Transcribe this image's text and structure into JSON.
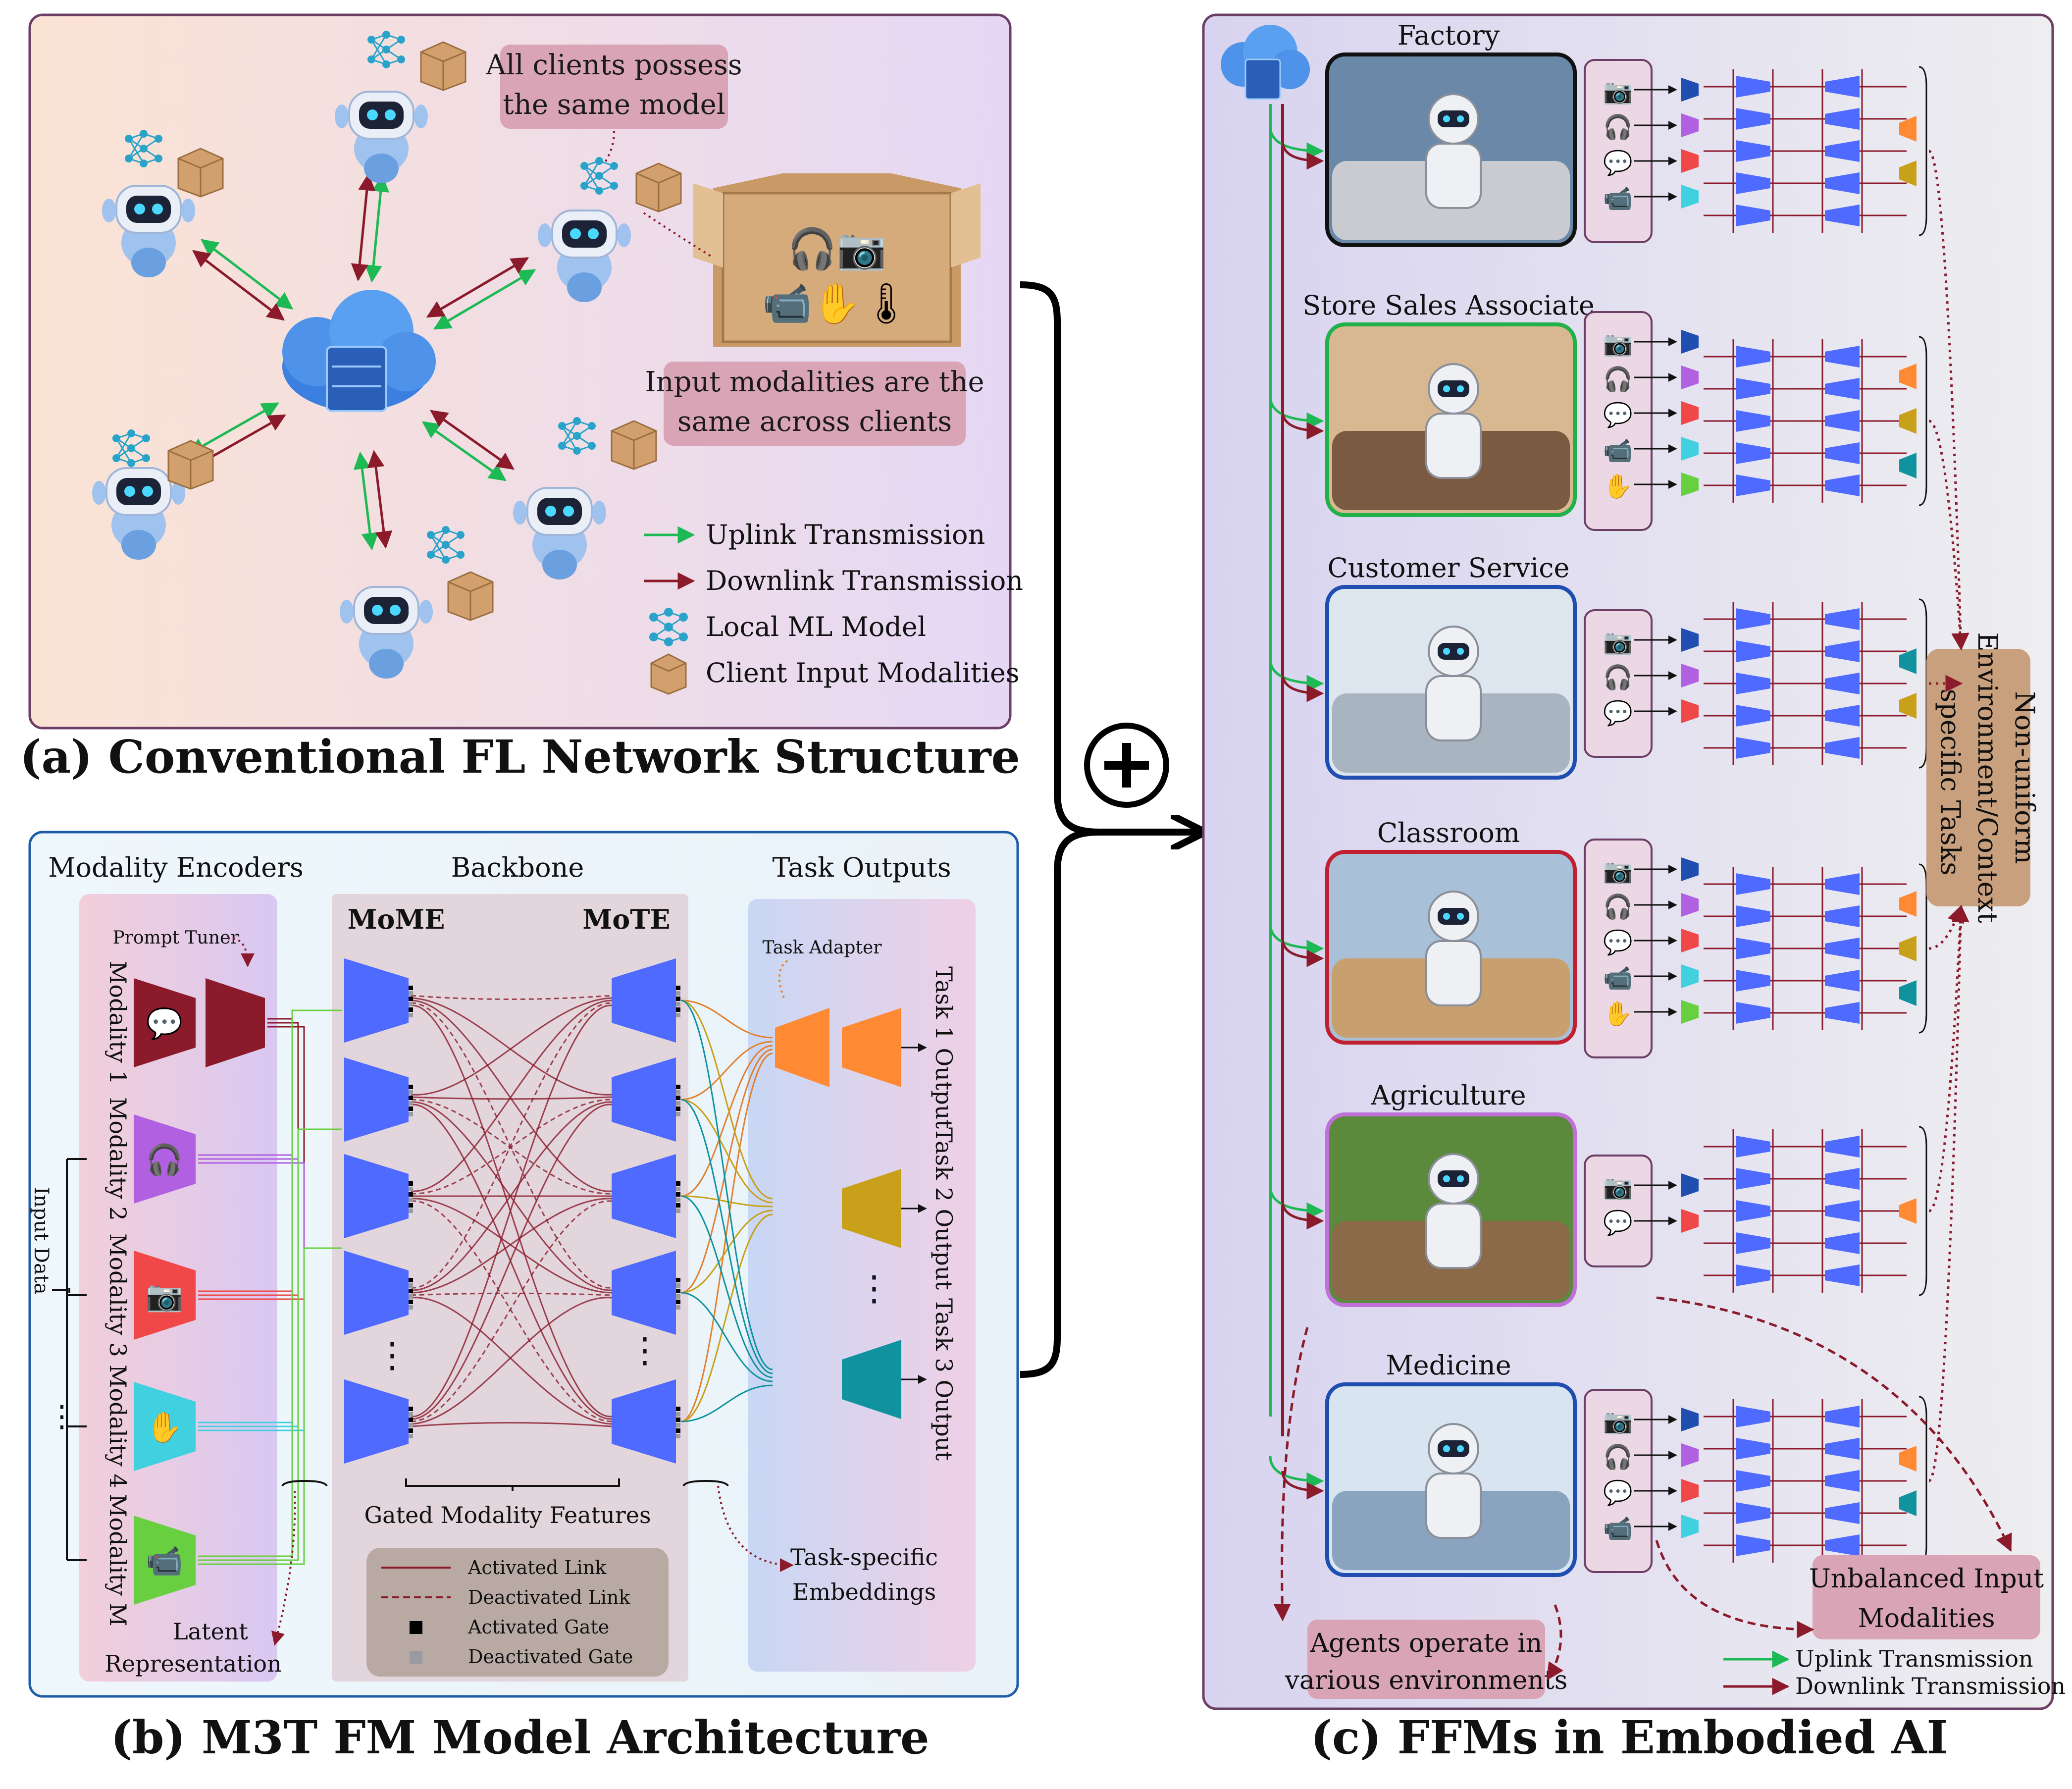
{
  "panel_a": {
    "caption": "(a) Conventional FL Network Structure",
    "callout_same_model": [
      "All clients possess",
      "the same model"
    ],
    "callout_same_modalities": [
      "Input modalities are the",
      "same across clients"
    ],
    "legend": {
      "uplink": "Uplink Transmission",
      "downlink": "Downlink Transmission",
      "local_model": "Local ML Model",
      "client_modalities": "Client Input Modalities"
    }
  },
  "panel_b": {
    "caption": "(b) M3T FM Model Architecture",
    "sections": {
      "encoders": "Modality Encoders",
      "backbone": "Backbone",
      "outputs": "Task Outputs"
    },
    "mome": "MoME",
    "mote": "MoTE",
    "prompt_tuner": "Prompt Tuner",
    "task_adapter": "Task Adapter",
    "input_data": "Input Data",
    "modalities": [
      "Modality 1",
      "Modality 2",
      "Modality 3",
      "Modality 4",
      "Modality M"
    ],
    "task_outputs": [
      "Task 1 Output",
      "Task 2 Output",
      "Task 3 Output"
    ],
    "latent": [
      "Latent",
      "Representation"
    ],
    "gated_features": "Gated Modality Features",
    "task_embeddings": [
      "Task-specific",
      "Embeddings"
    ],
    "legend": {
      "activated_link": "Activated Link",
      "deactivated_link": "Deactivated Link",
      "activated_gate": "Activated Gate",
      "deactivated_gate": "Deactivated Gate"
    }
  },
  "panel_c": {
    "caption": "(c) FFMs in Embodied AI",
    "environments": [
      {
        "name": "Factory",
        "modalities": [
          "camera",
          "headphones",
          "chat",
          "video"
        ],
        "tasks": 2
      },
      {
        "name": "Store Sales Associate",
        "modalities": [
          "camera",
          "headphones",
          "chat",
          "video",
          "hand"
        ],
        "tasks": 3
      },
      {
        "name": "Customer Service",
        "modalities": [
          "camera",
          "headphones",
          "chat"
        ],
        "tasks": 2
      },
      {
        "name": "Classroom",
        "modalities": [
          "camera",
          "headphones",
          "chat",
          "video",
          "hand"
        ],
        "tasks": 3
      },
      {
        "name": "Agriculture",
        "modalities": [
          "camera",
          "chat"
        ],
        "tasks": 1
      },
      {
        "name": "Medicine",
        "modalities": [
          "camera",
          "headphones",
          "chat",
          "video"
        ],
        "tasks": 2
      }
    ],
    "side_label": [
      "Non-uniform",
      "Environment/Context",
      "-specific Tasks"
    ],
    "agents_label": [
      "Agents operate in",
      "various environments"
    ],
    "unbalanced_label": [
      "Unbalanced Input",
      "Modalities"
    ],
    "legend": {
      "uplink": "Uplink Transmission",
      "downlink": "Downlink Transmission"
    }
  },
  "colors": {
    "uplink": "#1db954",
    "downlink": "#8b1a2b",
    "encoder_blue": "#4f6bff",
    "task_orange": "#ff8a33",
    "task_gold": "#c9a019",
    "task_teal": "#10939f",
    "callout": "#d9a4b5"
  }
}
